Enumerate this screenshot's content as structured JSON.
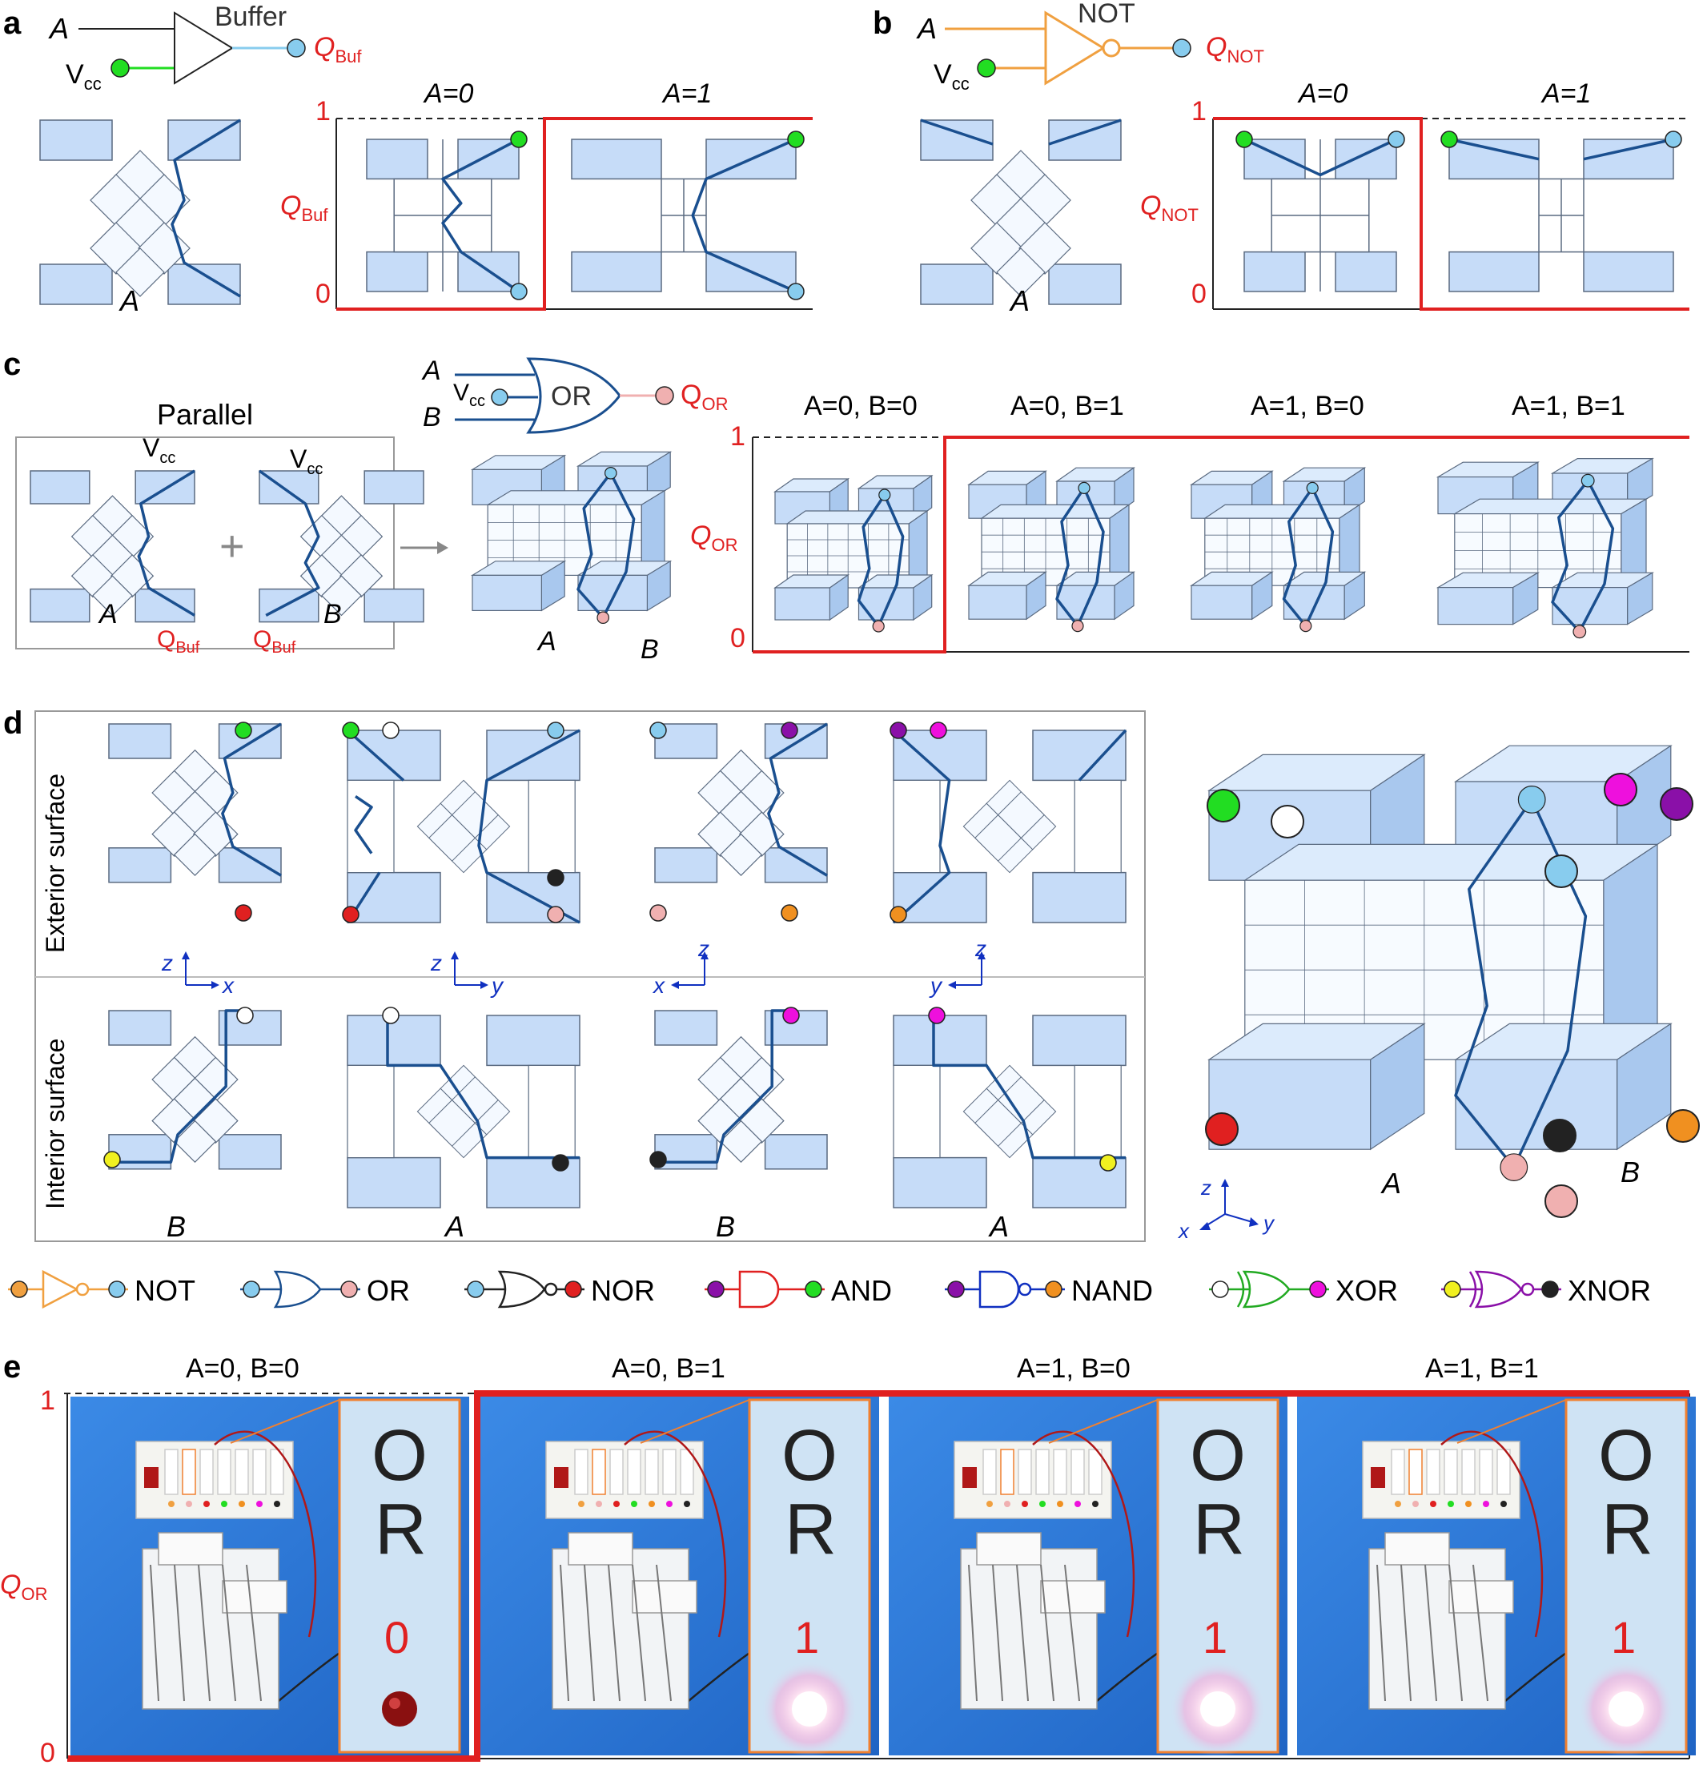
{
  "colors": {
    "block": "#c6dcf8",
    "block_stroke": "#5a6a80",
    "wire": "#1a4f8f",
    "red": "#e02020",
    "orange": "#f0a040",
    "green": "#22dd22",
    "cyan": "#88ccee",
    "pink": "#f0b0b0",
    "black": "#222222",
    "purple": "#8a10a8",
    "magenta": "#ee10dd",
    "yellow": "#f0f020",
    "darkorange": "#f09020",
    "blue_axis": "#1030c0",
    "photo_bg": "#2f7ad8",
    "panel_bg": "#cfe3f4"
  },
  "panel_a": {
    "label": "a",
    "gate_input": "A",
    "vcc": "V",
    "vcc_sub": "cc",
    "gate_name": "Buffer",
    "output": "Q",
    "output_sub": "Buf",
    "states": [
      "A=0",
      "A=1"
    ],
    "y_top": "1",
    "y_bottom": "0",
    "y_label": "Q",
    "y_label_sub": "Buf",
    "block_label": "A"
  },
  "panel_b": {
    "label": "b",
    "gate_input": "A",
    "vcc": "V",
    "vcc_sub": "cc",
    "gate_name": "NOT",
    "output": "Q",
    "output_sub": "NOT",
    "states": [
      "A=0",
      "A=1"
    ],
    "y_top": "1",
    "y_bottom": "0",
    "y_label": "Q",
    "y_label_sub": "NOT",
    "block_label": "A"
  },
  "panel_c": {
    "label": "c",
    "parallel_title": "Parallel",
    "vcc": "V",
    "vcc_sub": "cc",
    "plus": "+",
    "label_A": "A",
    "label_B": "B",
    "q_buf": "Q",
    "q_buf_sub": "Buf",
    "gate_inputs": [
      "A",
      "B"
    ],
    "gate_name": "OR",
    "output": "Q",
    "output_sub": "OR",
    "states": [
      "A=0, B=0",
      "A=0, B=1",
      "A=1, B=0",
      "A=1, B=1"
    ],
    "y_top": "1",
    "y_bottom": "0",
    "y_label": "Q",
    "y_label_sub": "OR"
  },
  "panel_d": {
    "label": "d",
    "row_exterior": "Exterior surface",
    "row_interior": "Interior surface",
    "axes": [
      {
        "v": "z",
        "h": "x"
      },
      {
        "v": "z",
        "h": "y"
      },
      {
        "v": "z",
        "h": "x"
      },
      {
        "v": "z",
        "h": "y"
      }
    ],
    "bottom_labels": [
      "B",
      "A",
      "B",
      "A"
    ],
    "assembly_labels": [
      "A",
      "B"
    ],
    "assembly_axes": {
      "z": "z",
      "x": "x",
      "y": "y"
    }
  },
  "legend": [
    {
      "name": "NOT",
      "in": "orange",
      "out": "cyan"
    },
    {
      "name": "OR",
      "in": "cyan",
      "out": "pink"
    },
    {
      "name": "NOR",
      "in": "cyan",
      "out": "red"
    },
    {
      "name": "AND",
      "in": "purple",
      "out": "green"
    },
    {
      "name": "NAND",
      "in": "purple",
      "out": "darkorange"
    },
    {
      "name": "XOR",
      "in": "white",
      "out": "magenta"
    },
    {
      "name": "XNOR",
      "in": "yellow",
      "out": "black"
    }
  ],
  "panel_e": {
    "label": "e",
    "states": [
      "A=0, B=0",
      "A=0, B=1",
      "A=1, B=0",
      "A=1, B=1"
    ],
    "y_top": "1",
    "y_bottom": "0",
    "y_label": "Q",
    "y_label_sub": "OR",
    "inset_gate": [
      "O",
      "R"
    ],
    "outputs": [
      "0",
      "1",
      "1",
      "1"
    ],
    "board_gates": [
      "NOT",
      "OR",
      "NOR",
      "AND",
      "NAND",
      "XOR",
      "XNOR"
    ]
  }
}
